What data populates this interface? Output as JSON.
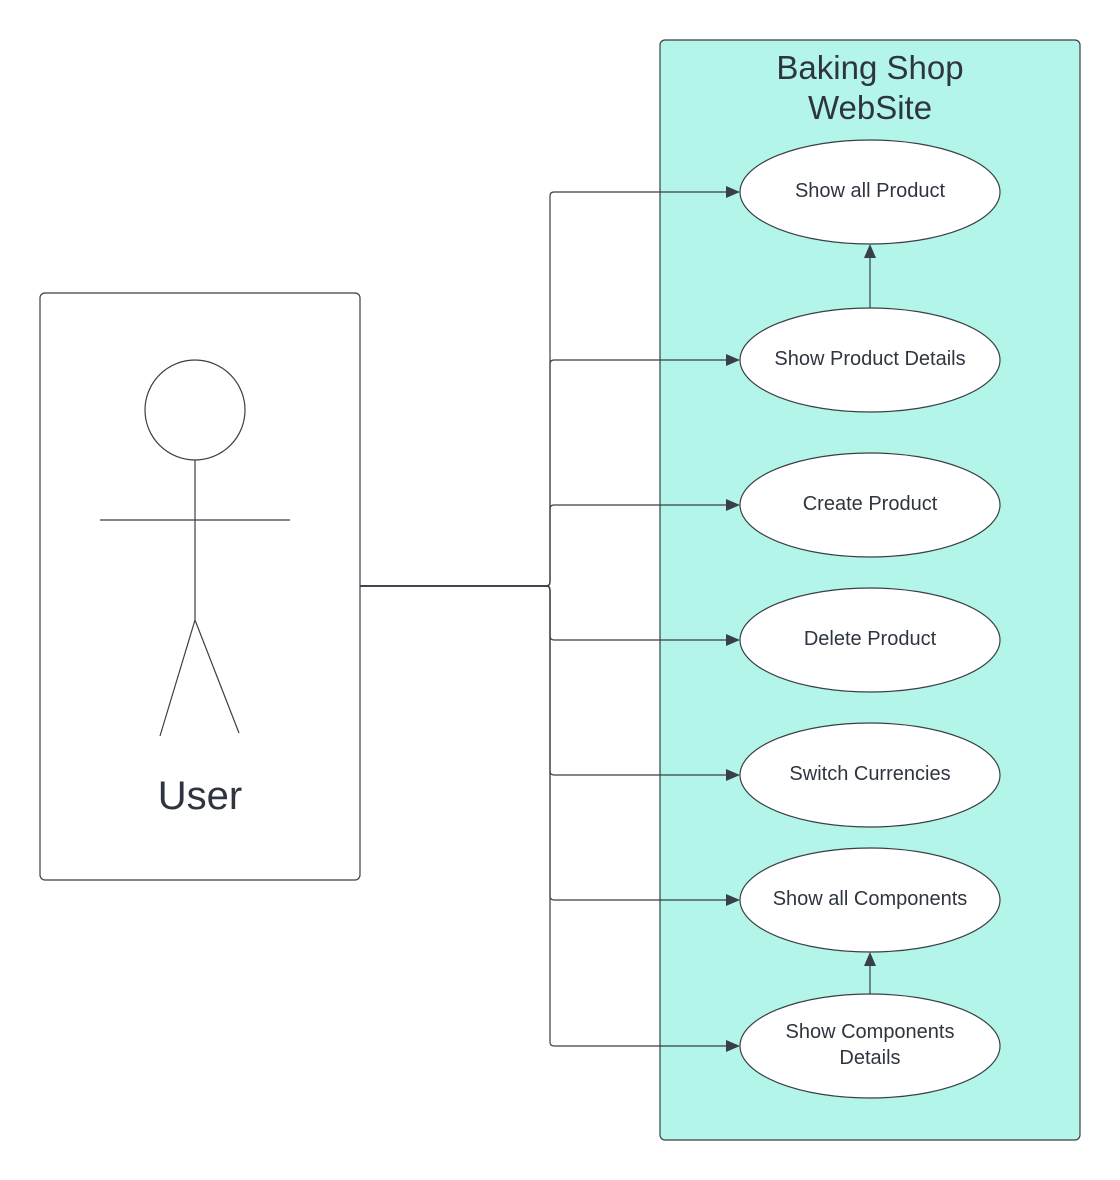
{
  "system": {
    "title_line1": "Baking Shop",
    "title_line2": "WebSite"
  },
  "actor": {
    "name": "User"
  },
  "use_cases": [
    {
      "id": "show-all-product",
      "lines": [
        "Show all Product"
      ]
    },
    {
      "id": "show-product-details",
      "lines": [
        "Show Product Details"
      ]
    },
    {
      "id": "create-product",
      "lines": [
        "Create Product"
      ]
    },
    {
      "id": "delete-product",
      "lines": [
        "Delete Product"
      ]
    },
    {
      "id": "switch-currencies",
      "lines": [
        "Switch Currencies"
      ]
    },
    {
      "id": "show-all-components",
      "lines": [
        "Show all Components"
      ]
    },
    {
      "id": "show-components-details",
      "lines": [
        "Show Components",
        "Details"
      ]
    }
  ],
  "associations": [
    {
      "from": "User",
      "to": "show-all-product"
    },
    {
      "from": "User",
      "to": "show-product-details"
    },
    {
      "from": "User",
      "to": "create-product"
    },
    {
      "from": "User",
      "to": "delete-product"
    },
    {
      "from": "User",
      "to": "switch-currencies"
    },
    {
      "from": "User",
      "to": "show-all-components"
    },
    {
      "from": "User",
      "to": "show-components-details"
    }
  ],
  "relations": [
    {
      "from": "show-product-details",
      "to": "show-all-product"
    },
    {
      "from": "show-components-details",
      "to": "show-all-components"
    }
  ],
  "colors": {
    "system_fill": "#b4f5ea",
    "stroke": "#3a3f47",
    "text": "#2f3540",
    "usecase_fill": "#ffffff"
  }
}
